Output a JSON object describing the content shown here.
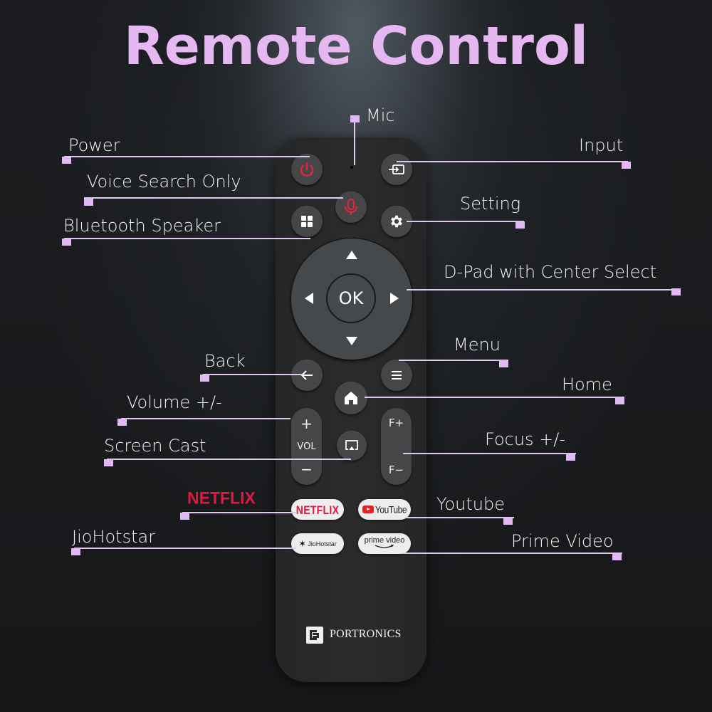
{
  "title": "Remote Control",
  "brand": "PORTRONICS",
  "colors": {
    "accent": "#e6b8f2",
    "netflix_red": "#e5173f",
    "power_red": "#e0263f",
    "remote_body": "#2a2a2a",
    "button": "#444648"
  },
  "labels": {
    "mic": "Mic",
    "power": "Power",
    "input": "Input",
    "voice_search": "Voice Search Only",
    "setting": "Setting",
    "bluetooth": "Bluetooth Speaker",
    "dpad": "D-Pad with Center Select",
    "back": "Back",
    "menu": "Menu",
    "home": "Home",
    "volume": "Volume +/-",
    "screen_cast": "Screen Cast",
    "focus": "Focus +/-",
    "netflix": "NETFLIX",
    "youtube": "Youtube",
    "jiohotstar": "JioHotstar",
    "prime_video": "Prime Video"
  },
  "buttons": {
    "ok": "OK",
    "vol_plus": "+",
    "vol": "VOL",
    "vol_minus": "−",
    "focus_plus": "F+",
    "focus_minus": "F−",
    "netflix": "NETFLIX",
    "youtube": "YouTube",
    "jiohotstar": "JioHotstar",
    "prime_top": "prime video"
  },
  "icons": [
    "power-icon",
    "input-icon",
    "mic-icon",
    "apps-grid-icon",
    "gear-icon",
    "arrow-up-icon",
    "arrow-down-icon",
    "arrow-left-icon",
    "arrow-right-icon",
    "back-arrow-icon",
    "menu-icon",
    "home-icon",
    "cast-icon",
    "youtube-play-icon",
    "jiohotstar-star-icon",
    "amazon-smile-icon",
    "portronics-logo-icon"
  ]
}
